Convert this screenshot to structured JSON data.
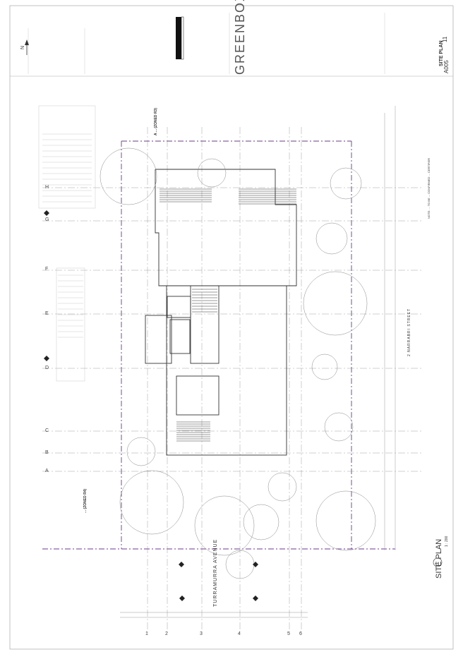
{
  "title_block": {
    "north_label": "N",
    "firm": "GREENBOX",
    "drawing_title": "SITE PLAN",
    "drawing_number": "A005",
    "revision": "11",
    "scale": "1 : 200",
    "plan_marker": "1"
  },
  "streets": {
    "bottom": "TURRAMURRA AVENUE",
    "right": "2 NARRABRI STREET",
    "top": "A ... (ZONED R3)",
    "left": "... (ZONED R4)"
  },
  "grid": {
    "letters": [
      "A",
      "B",
      "C",
      "D",
      "E",
      "F",
      "G",
      "H"
    ],
    "numbers": [
      "1",
      "2",
      "3",
      "4",
      "5",
      "6"
    ]
  },
  "note_right": "NOTE: ... TO BE ... CONFIRMED ... CERTIFIER"
}
